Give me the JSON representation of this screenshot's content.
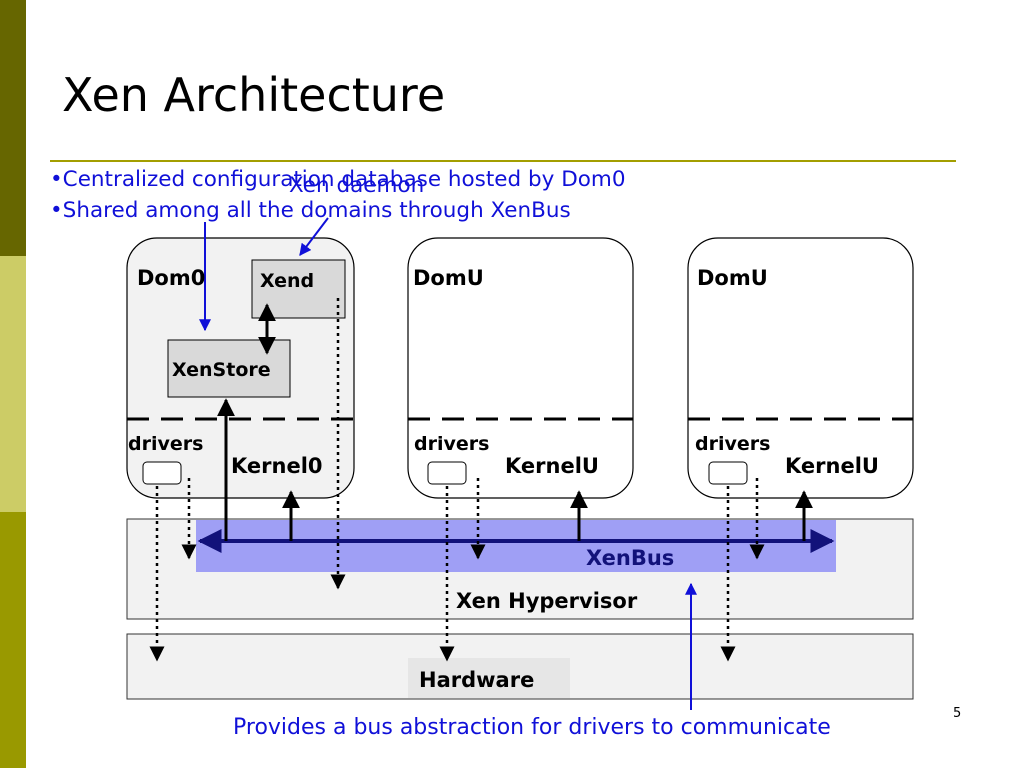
{
  "slide": {
    "title": "Xen Architecture",
    "page_number": "5"
  },
  "bullets": [
    "•Centralized configuration database hosted by Dom0",
    "•Shared among all the domains through XenBus"
  ],
  "annotations": {
    "xen_daemon": "Xen daemon",
    "bus_note": "Provides a bus abstraction for drivers to communicate"
  },
  "domains": {
    "dom0": {
      "name": "Dom0",
      "kernel": "Kernel0",
      "drivers": "drivers",
      "xend": "Xend",
      "xenstore": "XenStore"
    },
    "domu1": {
      "name": "DomU",
      "kernel": "KernelU",
      "drivers": "drivers"
    },
    "domu2": {
      "name": "DomU",
      "kernel": "KernelU",
      "drivers": "drivers"
    }
  },
  "layers": {
    "xenbus": "XenBus",
    "hypervisor": "Xen Hypervisor",
    "hardware": "Hardware"
  },
  "colors": {
    "sidebar_dark": "#666600",
    "sidebar_light": "#cccc66",
    "sidebar_mid": "#999900",
    "rule": "#a39e00",
    "annotation_blue": "#1010d8",
    "xenbus_fill": "#9f9ff5",
    "xenbus_line": "#12127a",
    "box_fill": "#f2f2f2",
    "inner_box_fill": "#d9d9d9"
  }
}
